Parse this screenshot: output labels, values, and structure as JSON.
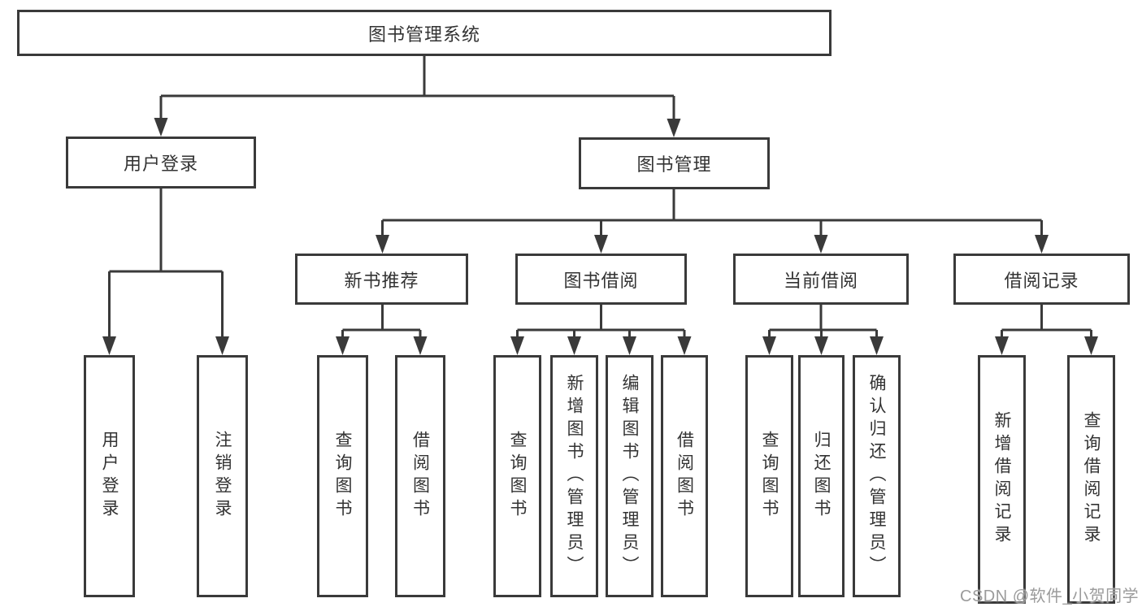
{
  "diagram": {
    "root": {
      "label": "图书管理系统"
    },
    "level2": [
      {
        "label": "用户登录"
      },
      {
        "label": "图书管理"
      }
    ],
    "level3": [
      {
        "label": "新书推荐"
      },
      {
        "label": "图书借阅"
      },
      {
        "label": "当前借阅"
      },
      {
        "label": "借阅记录"
      }
    ],
    "leaves": [
      {
        "label": "用户登录"
      },
      {
        "label": "注销登录"
      },
      {
        "label": "查询图书"
      },
      {
        "label": "借阅图书"
      },
      {
        "label": "查询图书"
      },
      {
        "label": "新增图书（管理员）"
      },
      {
        "label": "编辑图书（管理员）"
      },
      {
        "label": "借阅图书"
      },
      {
        "label": "查询图书"
      },
      {
        "label": "归还图书"
      },
      {
        "label": "确认归还（管理员）"
      },
      {
        "label": "新增借阅记录"
      },
      {
        "label": "查询借阅记录"
      }
    ]
  },
  "watermark": {
    "text": "CSDN @软件_小贺同学"
  },
  "colors": {
    "line": "#3a3a3a",
    "text": "#333333",
    "background": "#ffffff",
    "watermark": "#9b9b9b"
  }
}
